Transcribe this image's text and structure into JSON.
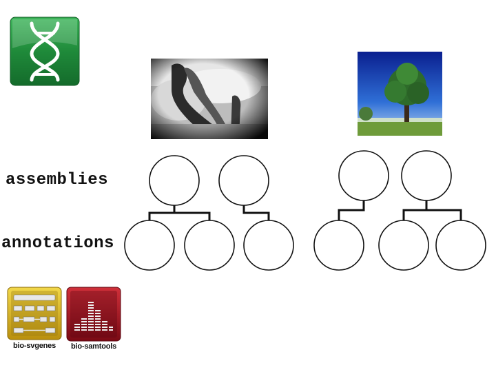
{
  "labels": {
    "assemblies": "assemblies",
    "annotations": "annotations"
  },
  "icons": {
    "logo": "dna-helix-icon",
    "svgenes": {
      "name": "gene-track-icon",
      "label": "bio-svgenes"
    },
    "samtools": {
      "name": "histogram-icon",
      "label": "bio-samtools"
    }
  },
  "photos": {
    "left": "elephant-photo",
    "right": "tree-photo"
  },
  "colors": {
    "logo_green": "#1f8a3a",
    "svgenes_gold": "#d9b21a",
    "samtools_red": "#9e1020",
    "node_stroke": "#111111"
  }
}
